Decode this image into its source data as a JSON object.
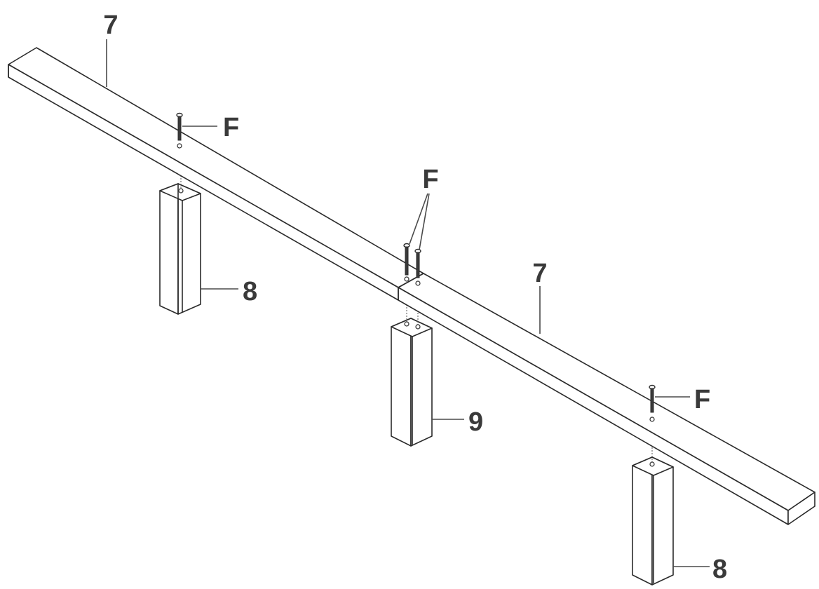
{
  "diagram": {
    "callouts": {
      "beam_left": "7",
      "beam_right": "7",
      "fastener_left": "F",
      "fastener_center": "F",
      "fastener_right": "F",
      "post_left": "8",
      "post_center": "9",
      "post_right": "8"
    }
  }
}
